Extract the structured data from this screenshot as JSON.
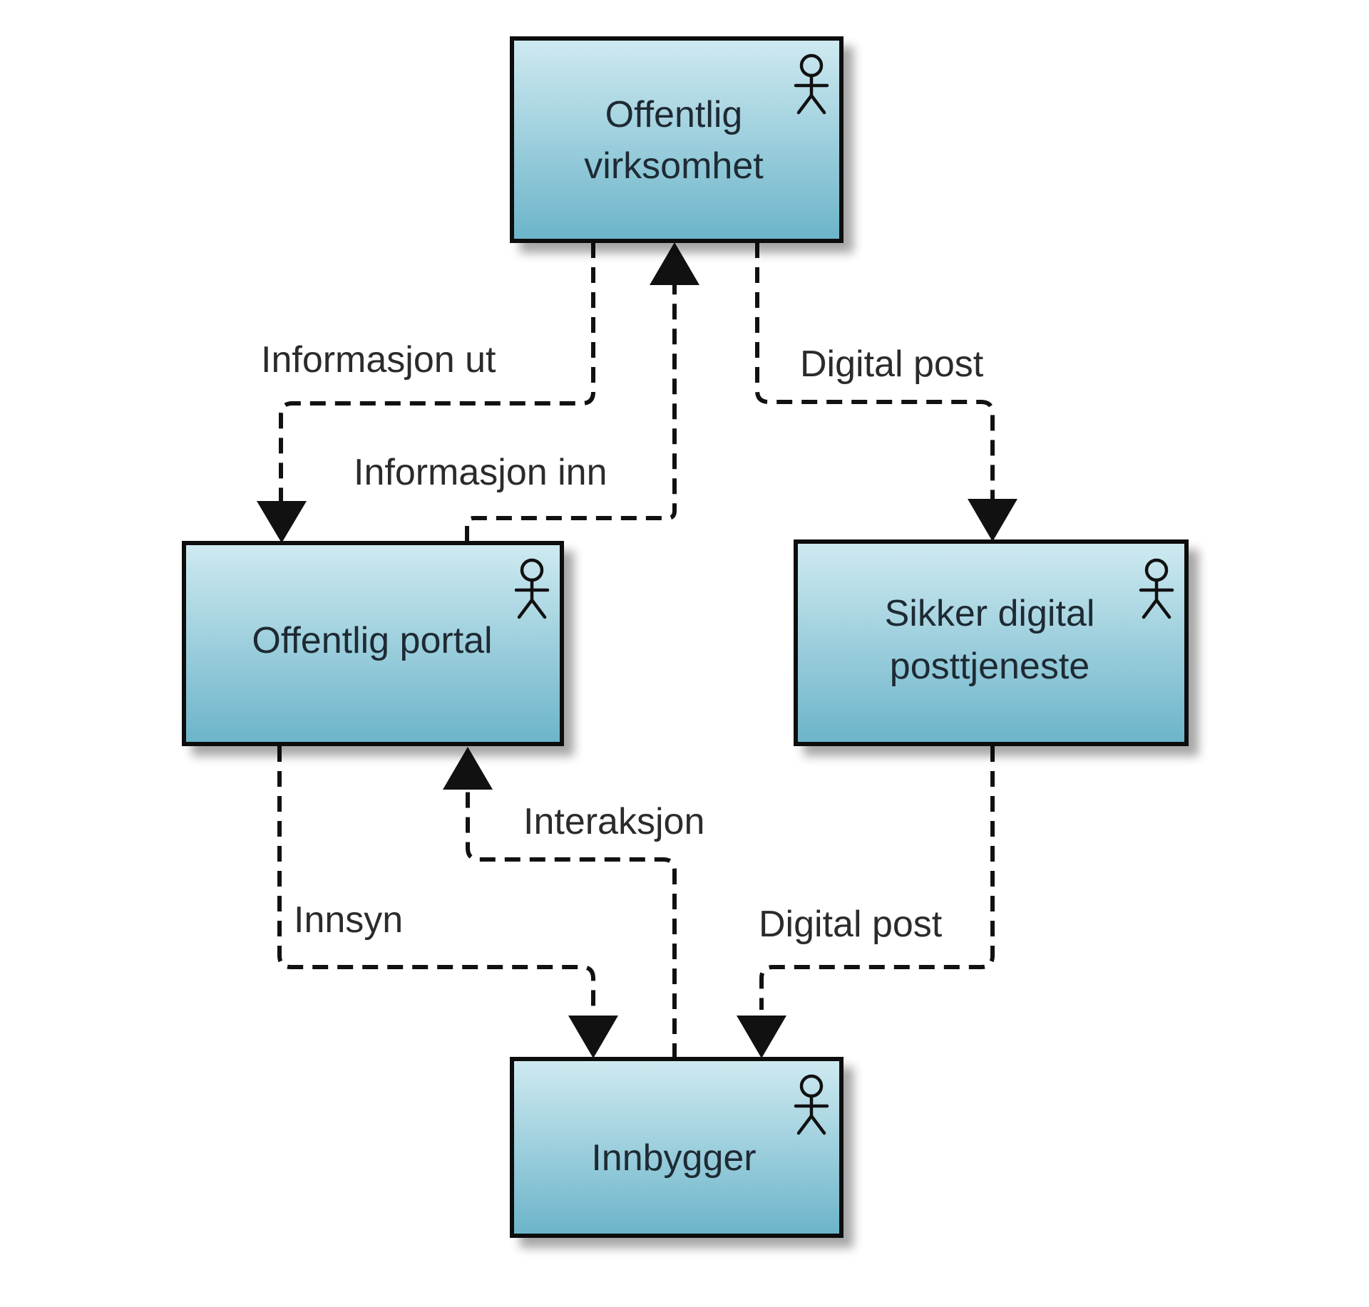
{
  "diagram": {
    "nodes": {
      "offentlig_virksomhet": {
        "line1": "Offentlig",
        "line2": "virksomhet"
      },
      "offentlig_portal": {
        "line1": "Offentlig portal"
      },
      "sikker_digital_posttjeneste": {
        "line1": "Sikker digital",
        "line2": "posttjeneste"
      },
      "innbygger": {
        "line1": "Innbygger"
      }
    },
    "edges": {
      "informasjon_ut": "Informasjon ut",
      "informasjon_inn": "Informasjon inn",
      "digital_post_top": "Digital post",
      "innsyn": "Innsyn",
      "interaksjon": "Interaksjon",
      "digital_post_bottom": "Digital post"
    },
    "colors": {
      "box_fill_top": "#cfeaf1",
      "box_fill_bottom": "#6bb4c9",
      "border": "#111111"
    },
    "icon": "actor-icon"
  }
}
